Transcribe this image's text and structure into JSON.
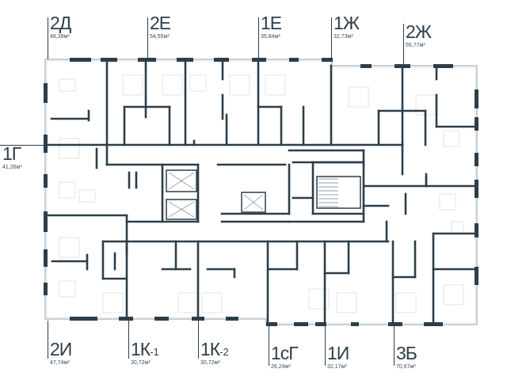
{
  "colors": {
    "wall": "#2d3e4a",
    "floor": "#ffffff",
    "furniture": "#d5d9dc",
    "outline": "#c9ced2"
  },
  "unit_suffix": "м²",
  "apartments": [
    {
      "id": "2d",
      "name": "2Д",
      "sub": "",
      "area": "48,39"
    },
    {
      "id": "2e",
      "name": "2Е",
      "sub": "",
      "area": "54,55"
    },
    {
      "id": "1e",
      "name": "1Е",
      "sub": "",
      "area": "35,84"
    },
    {
      "id": "1zh",
      "name": "1Ж",
      "sub": "",
      "area": "32,73"
    },
    {
      "id": "2zh",
      "name": "2Ж",
      "sub": "",
      "area": "55,77"
    },
    {
      "id": "1g",
      "name": "1Г",
      "sub": "",
      "area": "41,26"
    },
    {
      "id": "2i",
      "name": "2И",
      "sub": "",
      "area": "47,74"
    },
    {
      "id": "1k1",
      "name": "1К",
      "sub": "-1",
      "area": "30,72"
    },
    {
      "id": "1k2",
      "name": "1К",
      "sub": "-2",
      "area": "30,72"
    },
    {
      "id": "1sg",
      "name": "1сГ",
      "sub": "",
      "area": "26,24"
    },
    {
      "id": "1i",
      "name": "1И",
      "sub": "",
      "area": "32,17"
    },
    {
      "id": "3b",
      "name": "3Б",
      "sub": "",
      "area": "70,67"
    }
  ]
}
